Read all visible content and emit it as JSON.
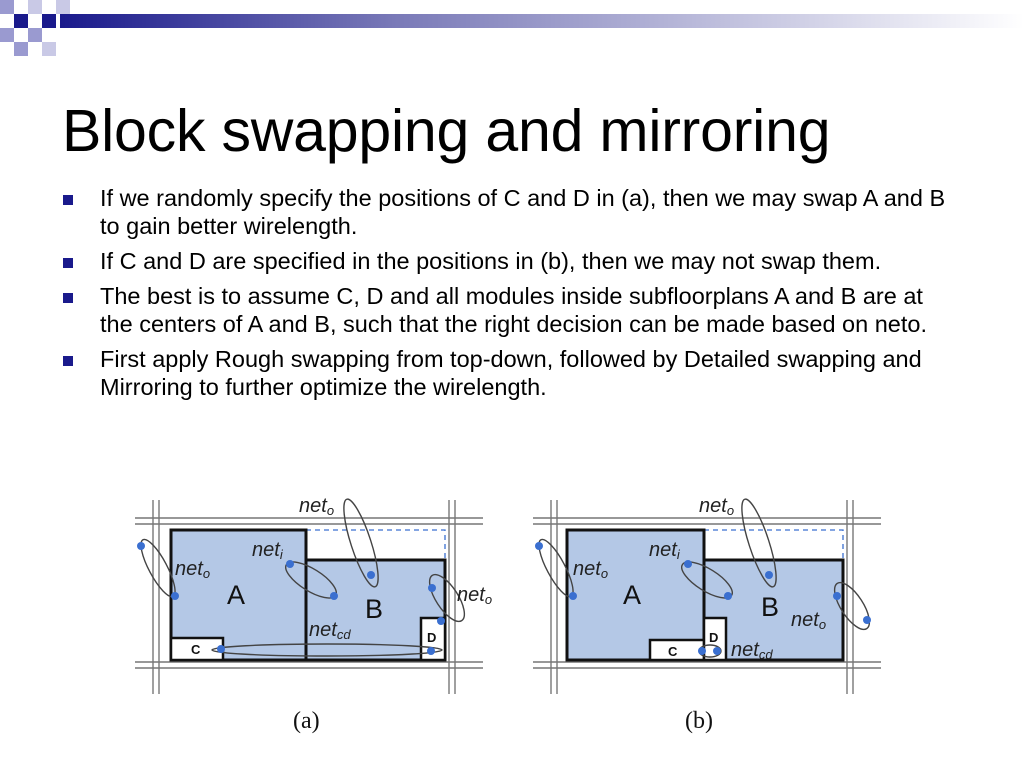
{
  "slide": {
    "title": "Block swapping and mirroring",
    "bullets": [
      "If we randomly specify the positions of C and D in (a), then we may swap A and B to gain better wirelength.",
      "If C and D are specified in the positions in (b), then we may not swap them.",
      "The best is to assume C, D and all modules inside subfloorplans A and B are at the centers of A and B, such that the right decision can be made based on neto.",
      "First apply Rough swapping from top-down, followed by Detailed swapping and Mirroring to further optimize the wirelength."
    ],
    "bullet_color": "#1a1a8c",
    "header_gradient": [
      "#1a1a8c",
      "#ffffff"
    ]
  },
  "figure": {
    "block_fill": "#b4c8e6",
    "pin_color": "#3a6fd0",
    "a": {
      "caption": "(a)",
      "block_a": "A",
      "block_b": "B",
      "block_c": "C",
      "block_d": "D",
      "net_o_top": "net",
      "net_o_top_sub": "o",
      "net_i": "net",
      "net_i_sub": "i",
      "net_o_left": "net",
      "net_o_left_sub": "o",
      "net_o_right": "net",
      "net_o_right_sub": "o",
      "net_cd": "net",
      "net_cd_sub": "cd"
    },
    "b": {
      "caption": "(b)",
      "block_a": "A",
      "block_b": "B",
      "block_c": "C",
      "block_d": "D",
      "net_o_top": "net",
      "net_o_top_sub": "o",
      "net_i": "net",
      "net_i_sub": "i",
      "net_o_left": "net",
      "net_o_left_sub": "o",
      "net_o_right": "net",
      "net_o_right_sub": "o",
      "net_cd": "net",
      "net_cd_sub": "cd"
    }
  }
}
